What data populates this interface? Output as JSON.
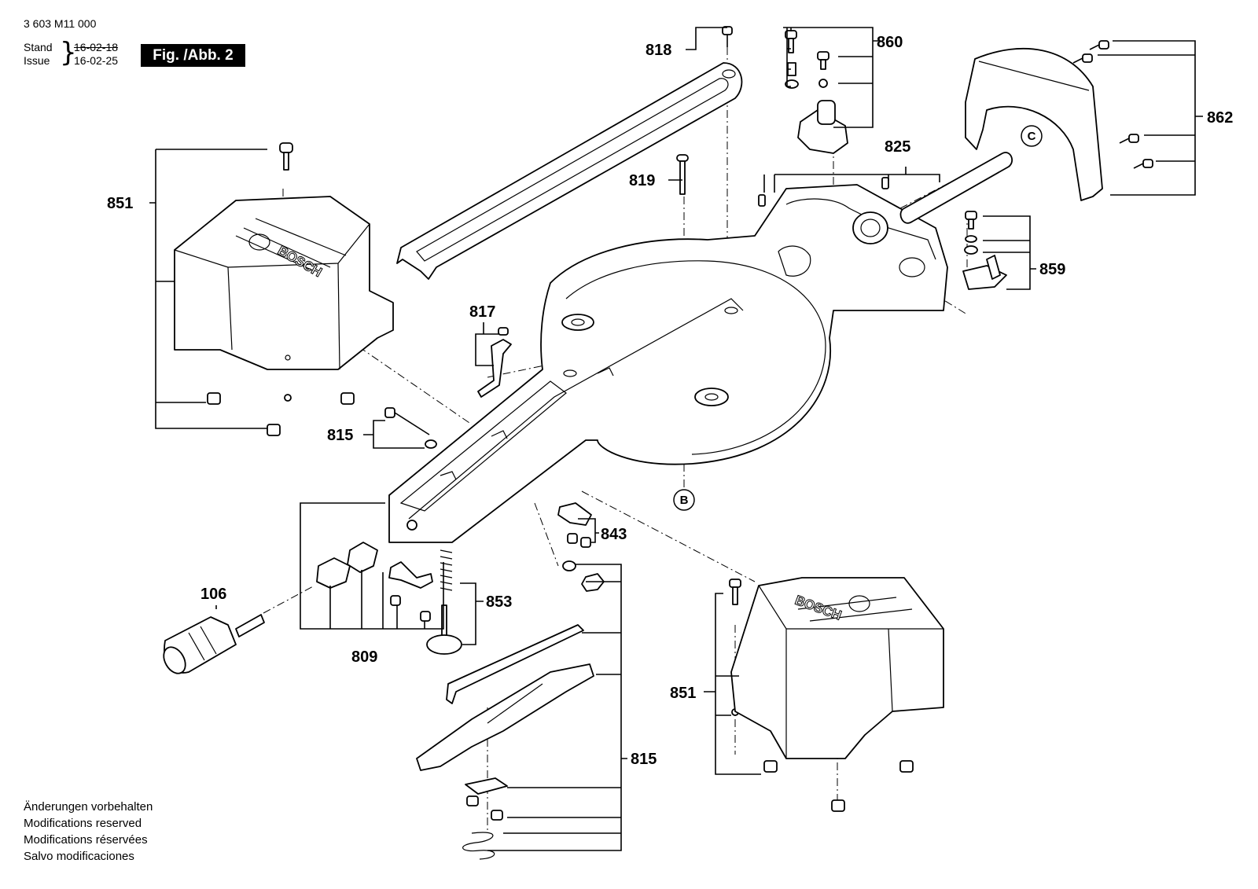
{
  "header": {
    "document_number": "3 603 M11 000",
    "stand_label": "Stand",
    "issue_label": "Issue",
    "stand_date": "16-02-18",
    "issue_date": "16-02-25",
    "figure_label": "Fig. /Abb. 2"
  },
  "callouts": {
    "c818": "818",
    "c860": "860",
    "c862": "862",
    "c851a": "851",
    "c819": "819",
    "c825": "825",
    "c859": "859",
    "c817": "817",
    "c815a": "815",
    "c106": "106",
    "c809": "809",
    "c853": "853",
    "c843": "843",
    "c851b": "851",
    "c815b": "815",
    "ref_b": "B",
    "ref_c": "C"
  },
  "brand_mark": "BOSCH",
  "notes": [
    "Änderungen vorbehalten",
    "Modifications reserved",
    "Modifications réservées",
    "Salvo modificaciones"
  ]
}
